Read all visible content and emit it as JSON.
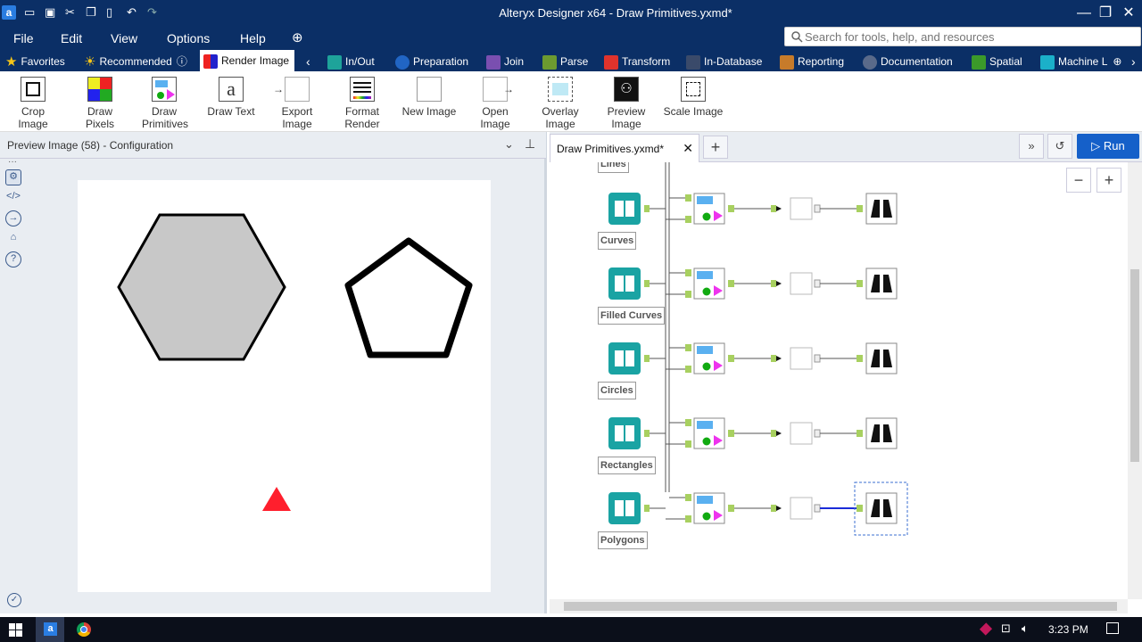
{
  "window": {
    "title": "Alteryx Designer x64 - Draw Primitives.yxmd*"
  },
  "menu": {
    "items": [
      "File",
      "Edit",
      "View",
      "Options",
      "Help"
    ]
  },
  "search": {
    "placeholder": "Search for tools, help, and resources"
  },
  "categories": {
    "favorites": "Favorites",
    "recommended": "Recommended",
    "render_image": "Render Image",
    "in_out": "In/Out",
    "preparation": "Preparation",
    "join": "Join",
    "parse": "Parse",
    "transform": "Transform",
    "in_database": "In-Database",
    "reporting": "Reporting",
    "documentation": "Documentation",
    "spatial": "Spatial",
    "machine": "Machine L"
  },
  "tools": {
    "crop_image": "Crop Image",
    "draw_pixels": "Draw Pixels",
    "draw_primitives_1": "Draw",
    "draw_primitives_2": "Primitives",
    "draw_text": "Draw Text",
    "export_image": "Export Image",
    "format_render_1": "Format",
    "format_render_2": "Render",
    "new_image": "New Image",
    "open_image": "Open Image",
    "overlay_image_1": "Overlay",
    "overlay_image_2": "Image",
    "preview_image_1": "Preview",
    "preview_image_2": "Image",
    "scale_image": "Scale Image"
  },
  "config_panel": {
    "title": "Preview Image (58) - Configuration"
  },
  "document": {
    "tab_label": "Draw Primitives.yxmd*",
    "run_label": "Run"
  },
  "workflow_nodes": {
    "lines": "Lines",
    "curves": "Curves",
    "filled_curves": "Filled Curves",
    "circles": "Circles",
    "rectangles": "Rectangles",
    "polygons": "Polygons"
  },
  "taskbar": {
    "time": "3:23 PM"
  },
  "colors": {
    "title_bar": "#0b2f66",
    "run_button": "#1560c9",
    "hexagon_fill": "#c8c8c8",
    "triangle_fill": "#ff1f2d",
    "input_tool": "#1aa3a3",
    "anchor": "#a8d060"
  }
}
